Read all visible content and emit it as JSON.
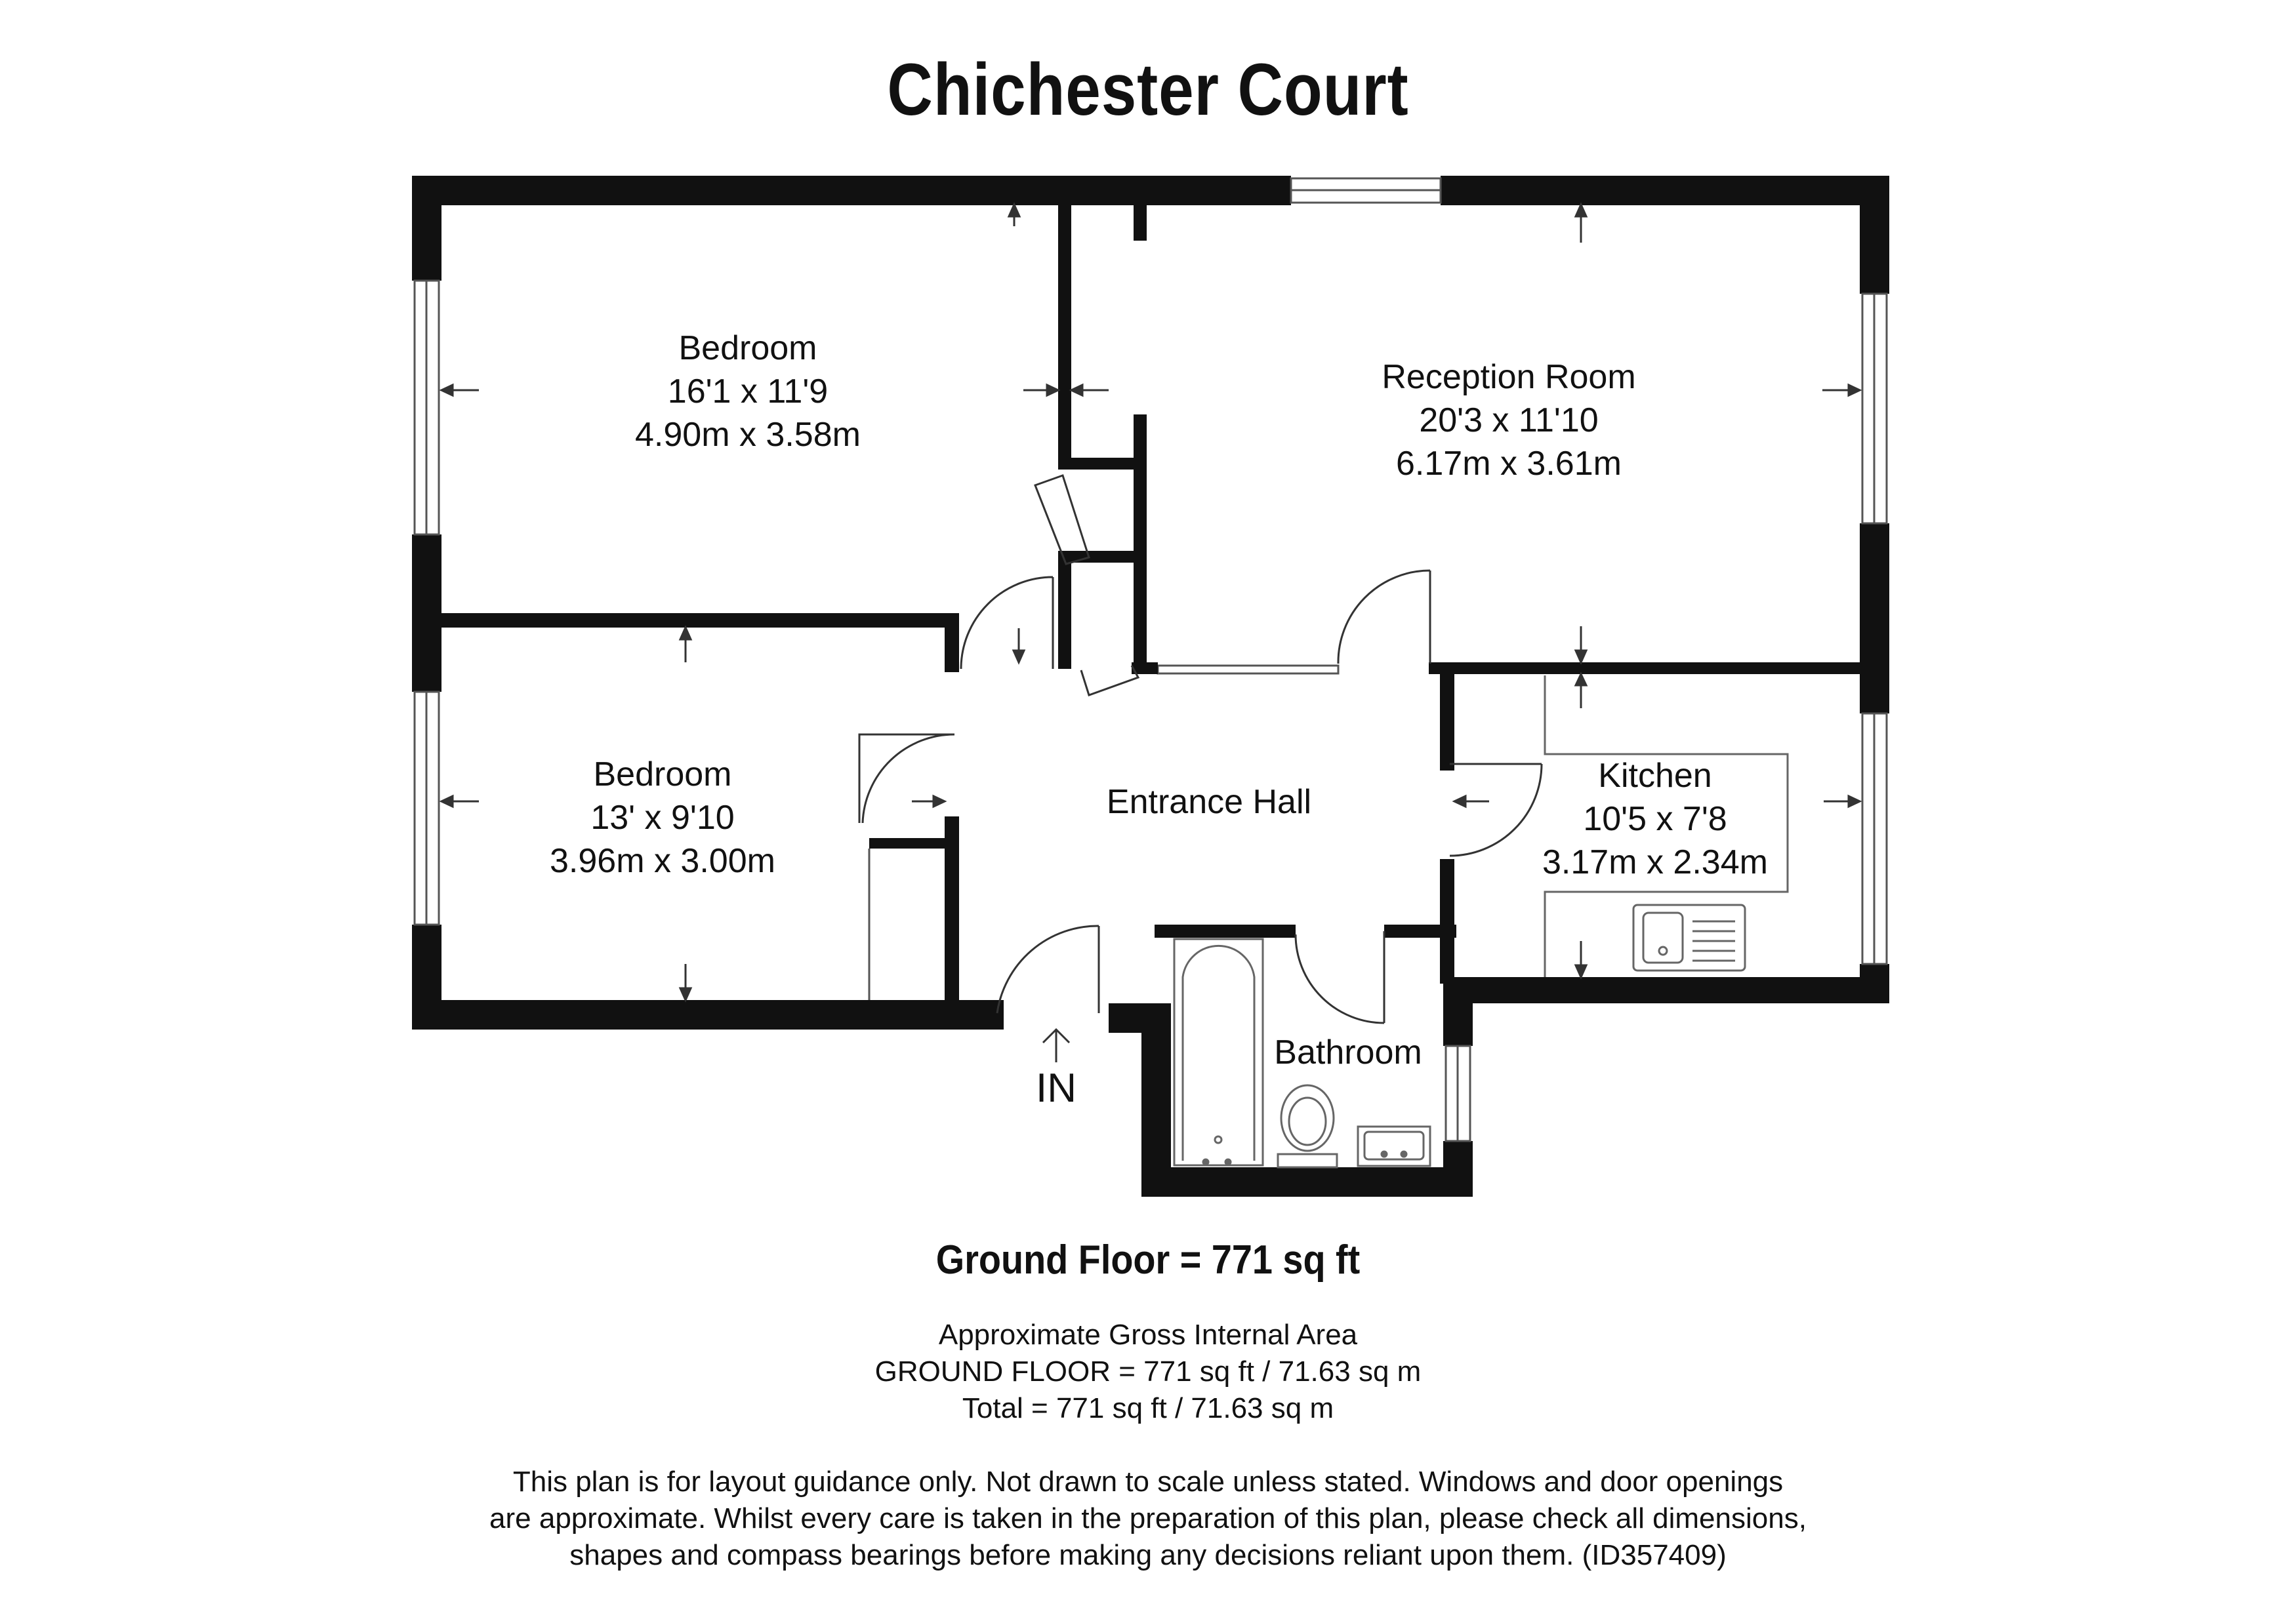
{
  "title": "Chichester Court",
  "rooms": [
    {
      "name": "Bedroom",
      "imperial": "16'1 x 11'9",
      "metric": "4.90m x 3.58m"
    },
    {
      "name": "Reception Room",
      "imperial": "20'3 x 11'10",
      "metric": "6.17m x 3.61m"
    },
    {
      "name": "Bedroom",
      "imperial": "13' x 9'10",
      "metric": "3.96m x 3.00m"
    },
    {
      "name": "Entrance Hall"
    },
    {
      "name": "Kitchen",
      "imperial": "10'5 x 7'8",
      "metric": "3.17m x 2.34m"
    },
    {
      "name": "Bathroom"
    }
  ],
  "entrance_marker": "IN",
  "floor_total": "Ground Floor = 771 sq ft",
  "area": {
    "heading": "Approximate Gross Internal Area",
    "ground_floor": "GROUND FLOOR = 771 sq ft / 71.63 sq m",
    "total": "Total = 771 sq ft / 71.63 sq m"
  },
  "disclaimer": {
    "line1": "This plan is for layout guidance only. Not drawn to scale unless stated. Windows and door openings",
    "line2": "are approximate. Whilst every care is taken in the preparation of this plan, please check all dimensions,",
    "line3": "shapes and compass bearings before making any decisions reliant upon them. (ID357409)"
  }
}
